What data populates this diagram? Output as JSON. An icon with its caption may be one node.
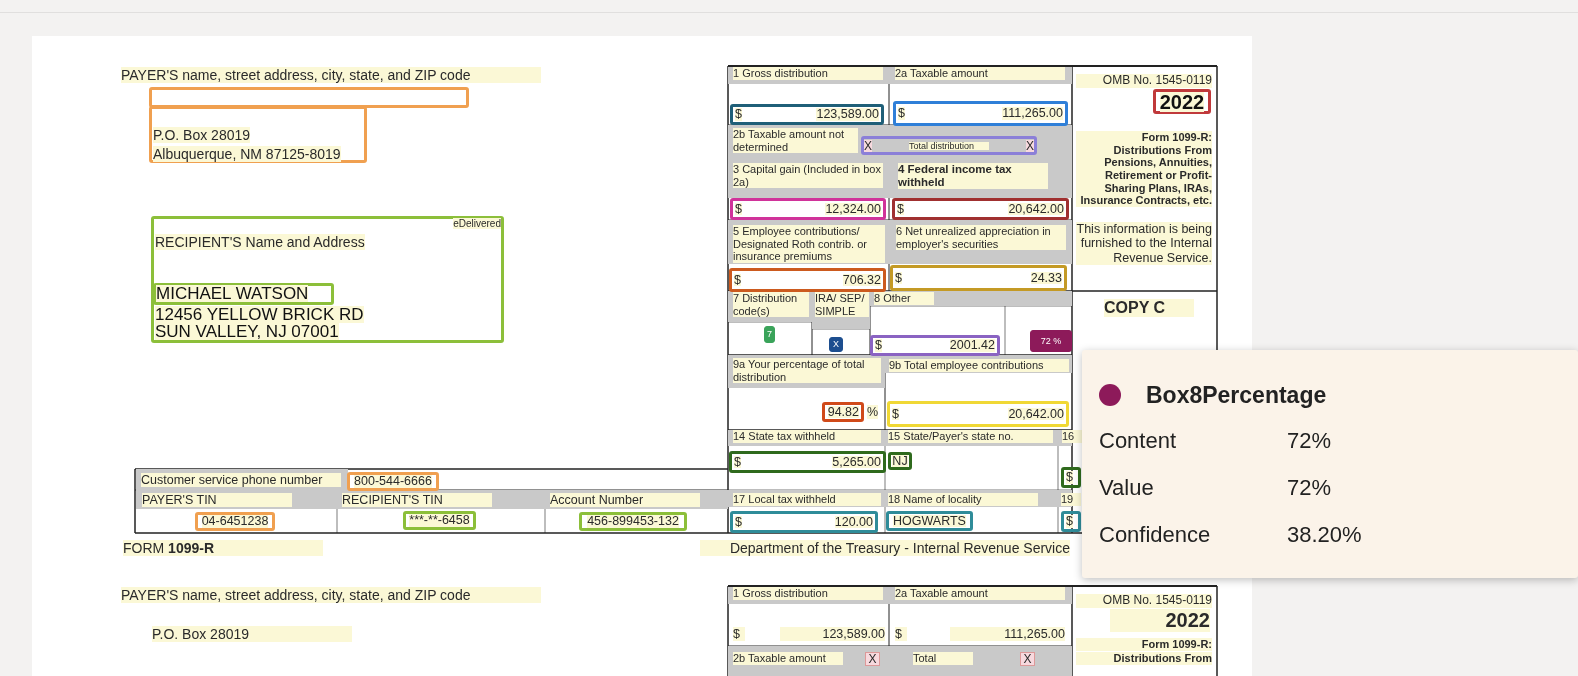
{
  "diagram": {
    "nodes": [
      {
        "text": [],
        "shape": "box"
      },
      {
        "text": [
          "P.O. Box 28019",
          "Albuquerque, NM 87125-8019"
        ]
      },
      {
        "text": [
          "eDelivered",
          "RECIPIENT'S Name and Address",
          "12456 YELLOW BRICK RD",
          "SUN VALLEY, NJ 07001"
        ]
      },
      {
        "text": [
          "MICHAEL WATSON"
        ],
        "in": 2
      },
      {
        "text": [
          "$",
          "123,589.00"
        ]
      },
      {
        "text": [
          "$",
          "111,265.00"
        ]
      },
      {
        "text": [
          "X",
          "Total distribution",
          "X"
        ]
      },
      {
        "text": [
          "$",
          "12,324.00"
        ]
      },
      {
        "text": [
          "$",
          "20,642.00"
        ]
      },
      {
        "text": [
          "$",
          "706.32"
        ]
      },
      {
        "text": [
          "$",
          "24.33"
        ]
      },
      {
        "text": [
          "7"
        ]
      },
      {
        "text": [
          "X"
        ]
      },
      {
        "text": [
          "$",
          "2001.42"
        ]
      },
      {
        "text": [
          "72 %"
        ]
      },
      {
        "text": [
          "94.82"
        ],
        "beside": [
          "%"
        ]
      },
      {
        "text": [
          "$",
          "20,642.00"
        ]
      },
      {
        "text": [
          "$",
          "5,265.00"
        ]
      },
      {
        "text": [
          "NJ"
        ]
      },
      {
        "text": [
          "$"
        ]
      },
      {
        "text": [
          "$",
          "120.00"
        ]
      },
      {
        "text": [
          "HOGWARTS"
        ]
      },
      {
        "text": [
          "$"
        ]
      },
      {
        "text": [
          "2022"
        ]
      },
      {
        "text": [
          "800-544-6666"
        ]
      },
      {
        "text": [
          "04-6451238"
        ]
      },
      {
        "text": [
          "***-**-6458"
        ]
      },
      {
        "text": [
          "456-899453-132"
        ]
      },
      {
        "text": [
          "Box8Percentage",
          "Content",
          "72%",
          "Value",
          "72%",
          "Confidence",
          "38.20%"
        ]
      }
    ],
    "labels": [
      "PAYER'S name, street address, city, state, and ZIP code",
      "1 Gross distribution",
      "2a Taxable amount",
      "OMB No. 1545-0119",
      "Form 1099-R: Distributions From Pensions, Annuities, Retirement or Profit-Sharing Plans, IRAs, Insurance Contracts, etc.",
      "This information is being furnished to the Internal Revenue Service.",
      "2b Taxable amount not determined",
      "3 Capital gain (Included in box 2a)",
      "4 Federal income tax withheld",
      "5 Employee contributions/ Designated Roth contrib. or insurance premiums",
      "6 Net unrealized appreciation in employer's securities",
      "7 Distribution code(s)",
      "IRA/ SEP/ SIMPLE",
      "8 Other",
      "COPY C",
      "9a Your percentage of total distribution",
      "9b Total employee contributions",
      "14 State tax withheld",
      "15 State/Payer's state no.",
      "16",
      "Customer service phone number",
      "PAYER'S TIN",
      "RECIPIENT'S TIN",
      "Account Number",
      "17 Local tax withheld",
      "18 Name of locality",
      "19",
      "FORM **1099-R**",
      "Department of the Treasury - Internal Revenue Service",
      "PAYER'S name, street address, city, state, and ZIP code",
      "P.O. Box 28019",
      "1 Gross distribution",
      "2a Taxable amount",
      "$",
      "123,589.00",
      "$",
      "111,265.00",
      "OMB No. 1545-0119",
      "2022",
      "Form 1099-R:",
      "2b Taxable amount",
      "X",
      "Total",
      "X",
      "Distributions From"
    ]
  }
}
